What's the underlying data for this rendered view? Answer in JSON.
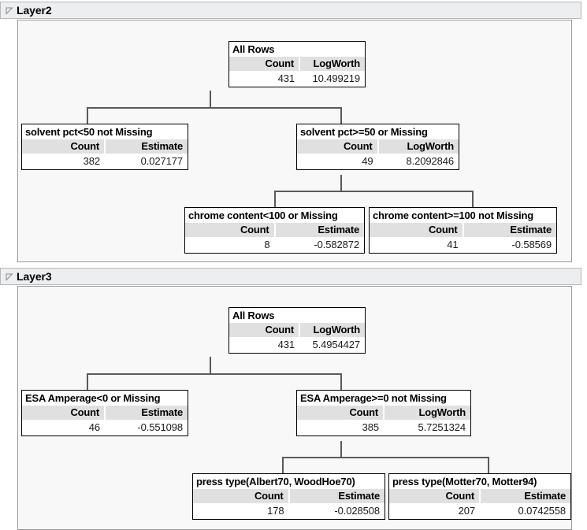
{
  "layers": [
    {
      "id": "layer2",
      "title": "Layer2",
      "disclosure_icon": "triangle-open-icon",
      "nodes": [
        {
          "name": "root",
          "title": "All Rows",
          "col1_header": "Count",
          "col2_header": "LogWorth",
          "col1_value": "431",
          "col2_value": "10.499219"
        },
        {
          "name": "left-child",
          "title": "solvent pct<50 not Missing",
          "col1_header": "Count",
          "col2_header": "Estimate",
          "col1_value": "382",
          "col2_value": "0.027177"
        },
        {
          "name": "right-child",
          "title": "solvent pct>=50 or Missing",
          "col1_header": "Count",
          "col2_header": "LogWorth",
          "col1_value": "49",
          "col2_value": "8.2092846"
        },
        {
          "name": "grandchild-left",
          "title": "chrome content<100 or Missing",
          "col1_header": "Count",
          "col2_header": "Estimate",
          "col1_value": "8",
          "col2_value": "-0.582872"
        },
        {
          "name": "grandchild-right",
          "title": "chrome content>=100 not Missing",
          "col1_header": "Count",
          "col2_header": "Estimate",
          "col1_value": "41",
          "col2_value": "-0.58569"
        }
      ]
    },
    {
      "id": "layer3",
      "title": "Layer3",
      "disclosure_icon": "triangle-open-icon",
      "nodes": [
        {
          "name": "root",
          "title": "All Rows",
          "col1_header": "Count",
          "col2_header": "LogWorth",
          "col1_value": "431",
          "col2_value": "5.4954427"
        },
        {
          "name": "left-child",
          "title": "ESA Amperage<0 or Missing",
          "col1_header": "Count",
          "col2_header": "Estimate",
          "col1_value": "46",
          "col2_value": "-0.551098"
        },
        {
          "name": "right-child",
          "title": "ESA Amperage>=0 not Missing",
          "col1_header": "Count",
          "col2_header": "LogWorth",
          "col1_value": "385",
          "col2_value": "5.7251324"
        },
        {
          "name": "grandchild-left",
          "title": "press type(Albert70, WoodHoe70)",
          "col1_header": "Count",
          "col2_header": "Estimate",
          "col1_value": "178",
          "col2_value": "-0.028508"
        },
        {
          "name": "grandchild-right",
          "title": "press type(Motter70, Motter94)",
          "col1_header": "Count",
          "col2_header": "Estimate",
          "col1_value": "207",
          "col2_value": "0.0742558"
        }
      ]
    }
  ],
  "colors": {
    "header_bar": "#eceeef",
    "panel_bg": "#f8f8f8",
    "node_border": "#000000",
    "col_header_bg": "#e0e0e0",
    "connector": "#5a5a5a"
  }
}
